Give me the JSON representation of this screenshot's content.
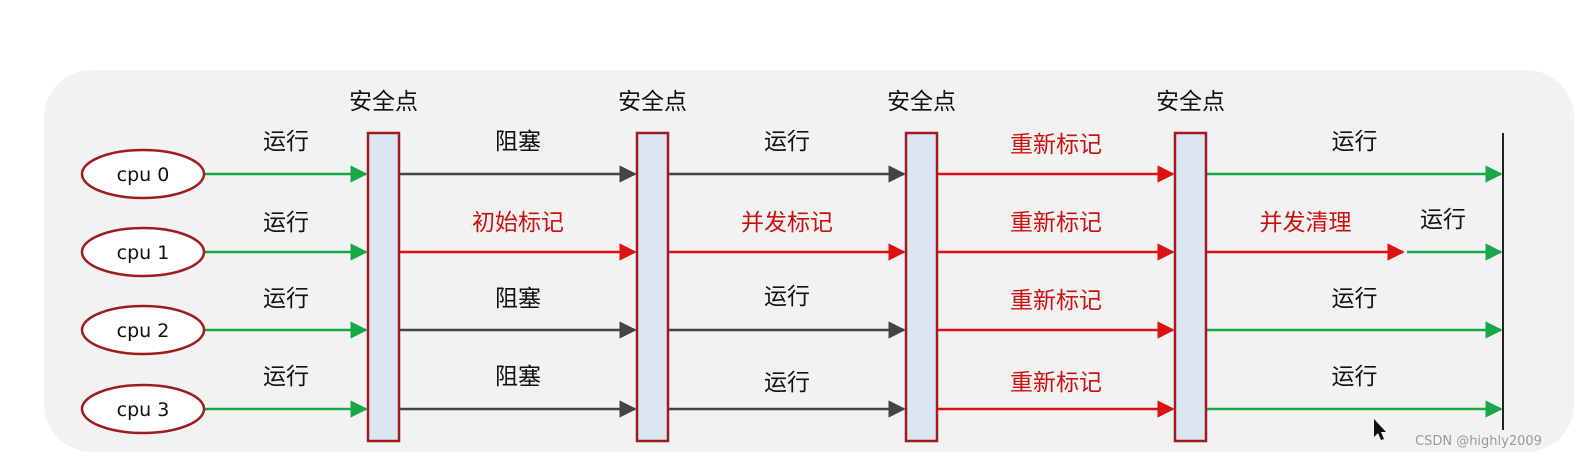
{
  "colors": {
    "run": "#18a848",
    "block": "#444444",
    "mark": "#dd1111",
    "label_run": "#111111",
    "label_block": "#111111",
    "label_mark": "#cc1111"
  },
  "safepoint_label": "安全点",
  "safepoints": [
    "安全点",
    "安全点",
    "安全点",
    "安全点"
  ],
  "cpus": [
    {
      "label": "cpu 0",
      "segments": [
        {
          "label": "运行",
          "kind": "run"
        },
        {
          "label": "阻塞",
          "kind": "block"
        },
        {
          "label": "运行",
          "kind": "block"
        },
        {
          "label": "重新标记",
          "kind": "mark"
        },
        {
          "label": "运行",
          "kind": "run"
        }
      ]
    },
    {
      "label": "cpu 1",
      "segments": [
        {
          "label": "运行",
          "kind": "run"
        },
        {
          "label": "初始标记",
          "kind": "mark"
        },
        {
          "label": "并发标记",
          "kind": "mark"
        },
        {
          "label": "重新标记",
          "kind": "mark"
        },
        {
          "label": "并发清理",
          "kind": "mark",
          "extra": {
            "label": "运行",
            "kind": "run"
          }
        }
      ]
    },
    {
      "label": "cpu 2",
      "segments": [
        {
          "label": "运行",
          "kind": "run"
        },
        {
          "label": "阻塞",
          "kind": "block"
        },
        {
          "label": "运行",
          "kind": "block"
        },
        {
          "label": "重新标记",
          "kind": "mark"
        },
        {
          "label": "运行",
          "kind": "run"
        }
      ]
    },
    {
      "label": "cpu 3",
      "segments": [
        {
          "label": "运行",
          "kind": "run"
        },
        {
          "label": "阻塞",
          "kind": "block"
        },
        {
          "label": "运行",
          "kind": "block"
        },
        {
          "label": "重新标记",
          "kind": "mark"
        },
        {
          "label": "运行",
          "kind": "run"
        }
      ]
    }
  ],
  "watermark": "CSDN @highly2009"
}
